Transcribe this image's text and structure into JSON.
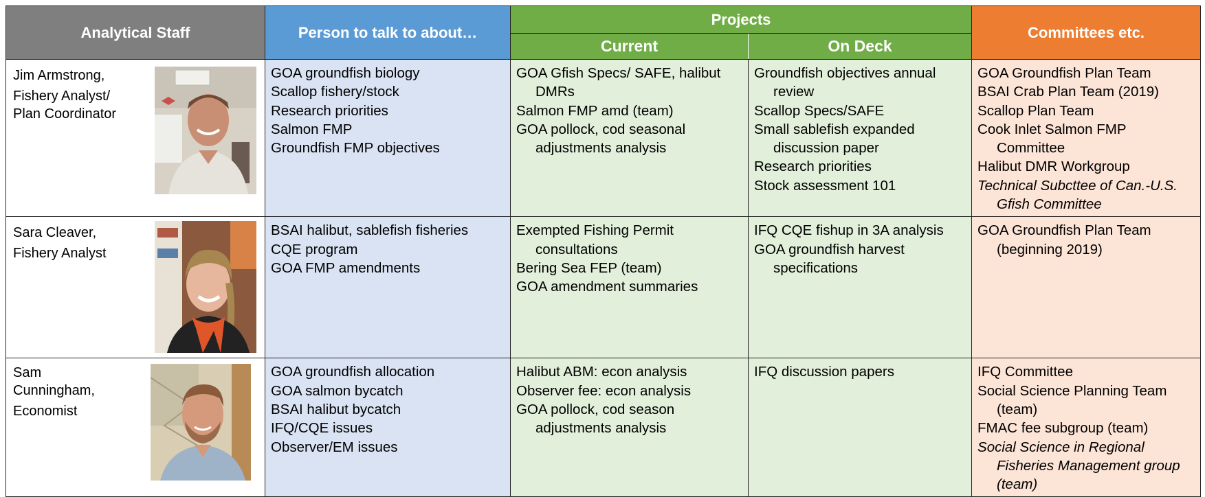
{
  "headers": {
    "staff": "Analytical Staff",
    "person": "Person to talk to about…",
    "projects": "Projects",
    "current": "Current",
    "on_deck": "On Deck",
    "committees": "Committees etc."
  },
  "colors": {
    "staff_header": "#7f7f7f",
    "person_header": "#5b9bd5",
    "projects_header": "#70ad47",
    "committees_header": "#ed7d31",
    "person_cell": "#dae3f3",
    "projects_cell": "#e2efda",
    "committees_cell": "#fce4d6"
  },
  "rows": [
    {
      "staff": [
        "Jim Armstrong,",
        "Fishery Analyst/",
        "Plan Coordinator"
      ],
      "photo": "photo-jim-armstrong",
      "person": [
        "GOA groundfish biology",
        "Scallop fishery/stock",
        "Research priorities",
        "Salmon FMP",
        "Groundfish FMP objectives"
      ],
      "current": [
        "GOA Gfish Specs/ SAFE, halibut DMRs",
        "Salmon FMP amd (team)",
        "GOA pollock, cod seasonal adjustments analysis"
      ],
      "on_deck": [
        "Groundfish objectives annual review",
        "Scallop Specs/SAFE",
        "Small sablefish expanded discussion paper",
        "Research priorities",
        "Stock assessment 101"
      ],
      "committees": [
        {
          "text": "GOA Groundfish Plan Team",
          "italic": false
        },
        {
          "text": "BSAI Crab Plan Team (2019)",
          "italic": false
        },
        {
          "text": "Scallop Plan Team",
          "italic": false
        },
        {
          "text": "Cook Inlet Salmon FMP Committee",
          "italic": false
        },
        {
          "text": "Halibut DMR Workgroup",
          "italic": false
        },
        {
          "text": "Technical Subcttee of Can.-U.S. Gfish Committee",
          "italic": true
        }
      ]
    },
    {
      "staff": [
        "Sara Cleaver,",
        "Fishery Analyst"
      ],
      "photo": "photo-sara-cleaver",
      "person": [
        "BSAI halibut, sablefish fisheries",
        "CQE program",
        "GOA FMP amendments"
      ],
      "current": [
        "Exempted Fishing Permit consultations",
        "Bering Sea FEP (team)",
        "GOA amendment summaries"
      ],
      "on_deck": [
        "IFQ CQE fishup in 3A analysis",
        "GOA groundfish harvest specifications"
      ],
      "committees": [
        {
          "text": "GOA Groundfish Plan Team (beginning 2019)",
          "italic": false
        }
      ]
    },
    {
      "staff": [
        "Sam",
        "Cunningham,",
        "Economist"
      ],
      "photo": "photo-sam-cunningham",
      "person": [
        "GOA groundfish allocation",
        "GOA salmon bycatch",
        "BSAI halibut bycatch",
        "IFQ/CQE issues",
        "Observer/EM issues"
      ],
      "current": [
        "Halibut ABM: econ analysis",
        "Observer fee: econ analysis",
        "GOA pollock, cod season adjustments analysis"
      ],
      "on_deck": [
        "IFQ discussion papers"
      ],
      "committees": [
        {
          "text": "IFQ Committee",
          "italic": false
        },
        {
          "text": "Social Science Planning Team (team)",
          "italic": false
        },
        {
          "text": "FMAC fee subgroup (team)",
          "italic": false
        },
        {
          "text": "Social Science in Regional Fisheries Management group (team)",
          "italic": true
        }
      ]
    }
  ]
}
